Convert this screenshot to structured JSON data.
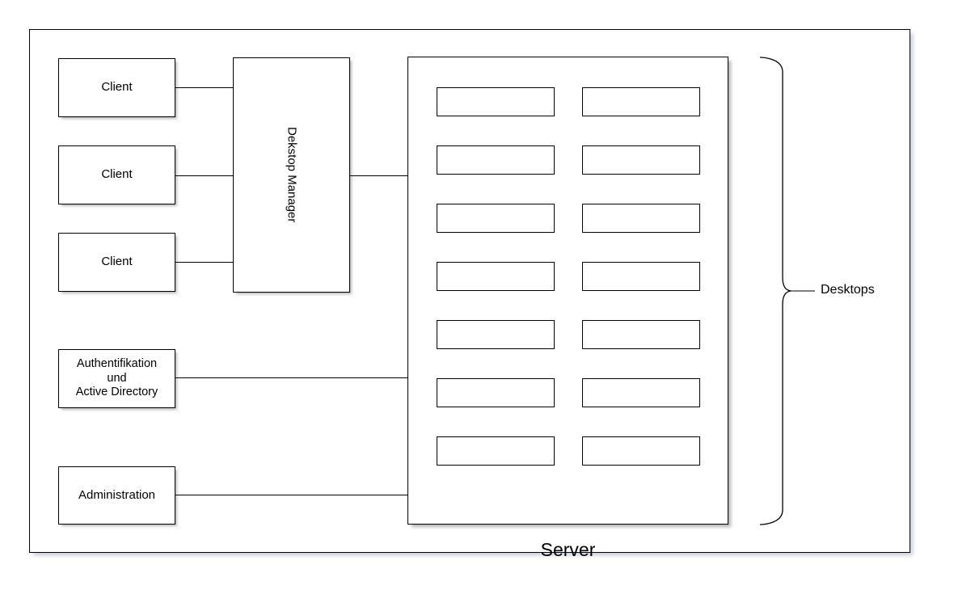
{
  "diagram": {
    "title_hidden": "",
    "frame": {
      "name": "outer-frame"
    },
    "clients": [
      {
        "label": "Client"
      },
      {
        "label": "Client"
      },
      {
        "label": "Client"
      }
    ],
    "desktop_manager": {
      "label": "Dekstop Manager"
    },
    "auth": {
      "line1": "Authentifikation",
      "line2": "und",
      "line3": "Active Directory"
    },
    "administration": {
      "label": "Administration"
    },
    "server": {
      "label": "Server",
      "slot_rows": 7,
      "slot_columns": 2,
      "slots": [
        {
          "label": ""
        },
        {
          "label": ""
        },
        {
          "label": ""
        },
        {
          "label": ""
        },
        {
          "label": ""
        },
        {
          "label": ""
        },
        {
          "label": ""
        },
        {
          "label": ""
        },
        {
          "label": ""
        },
        {
          "label": ""
        },
        {
          "label": ""
        },
        {
          "label": ""
        },
        {
          "label": ""
        },
        {
          "label": ""
        }
      ]
    },
    "bracket": {
      "label": "Desktops"
    },
    "colors": {
      "stroke": "#000000",
      "background": "#ffffff",
      "shadow": "#9aa0bd"
    }
  }
}
